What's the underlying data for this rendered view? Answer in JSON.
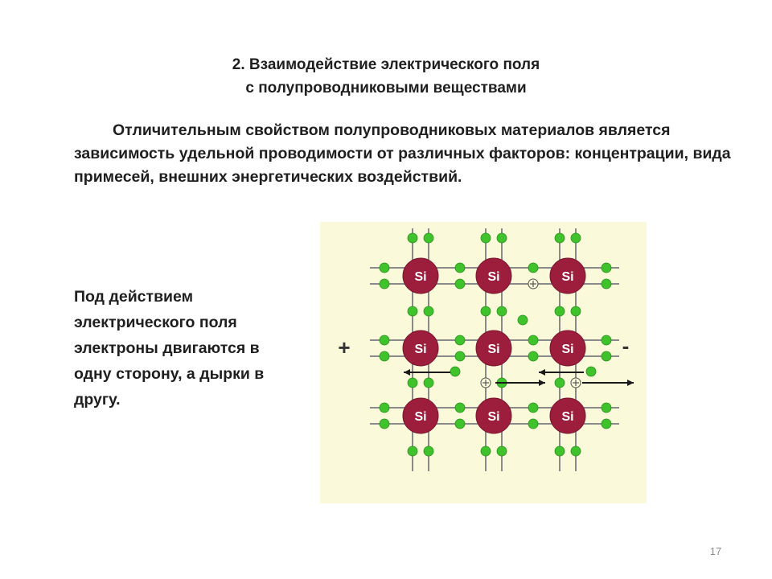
{
  "slide": {
    "title_line1": "2. Взаимодействие электрического поля",
    "title_line2": "с полупроводниковыми веществами",
    "intro": "Отличительным свойством полупроводниковых материалов является зависимость удельной проводимости от различных факторов: концентрации, вида примесей, внешних энергетических воздействий.",
    "side_text": "Под действием электрического поля электроны двигаются в одну сторону, а дырки в другу.",
    "page_number": "17"
  },
  "figure": {
    "atom_label": "Si",
    "plus_label": "+",
    "minus_label": "-",
    "colors": {
      "background": "#fafadb",
      "atom": "#9c1e3c",
      "electron": "#3fc22c",
      "bond": "#8a8a8a",
      "arrow": "#1a1a1a"
    }
  }
}
